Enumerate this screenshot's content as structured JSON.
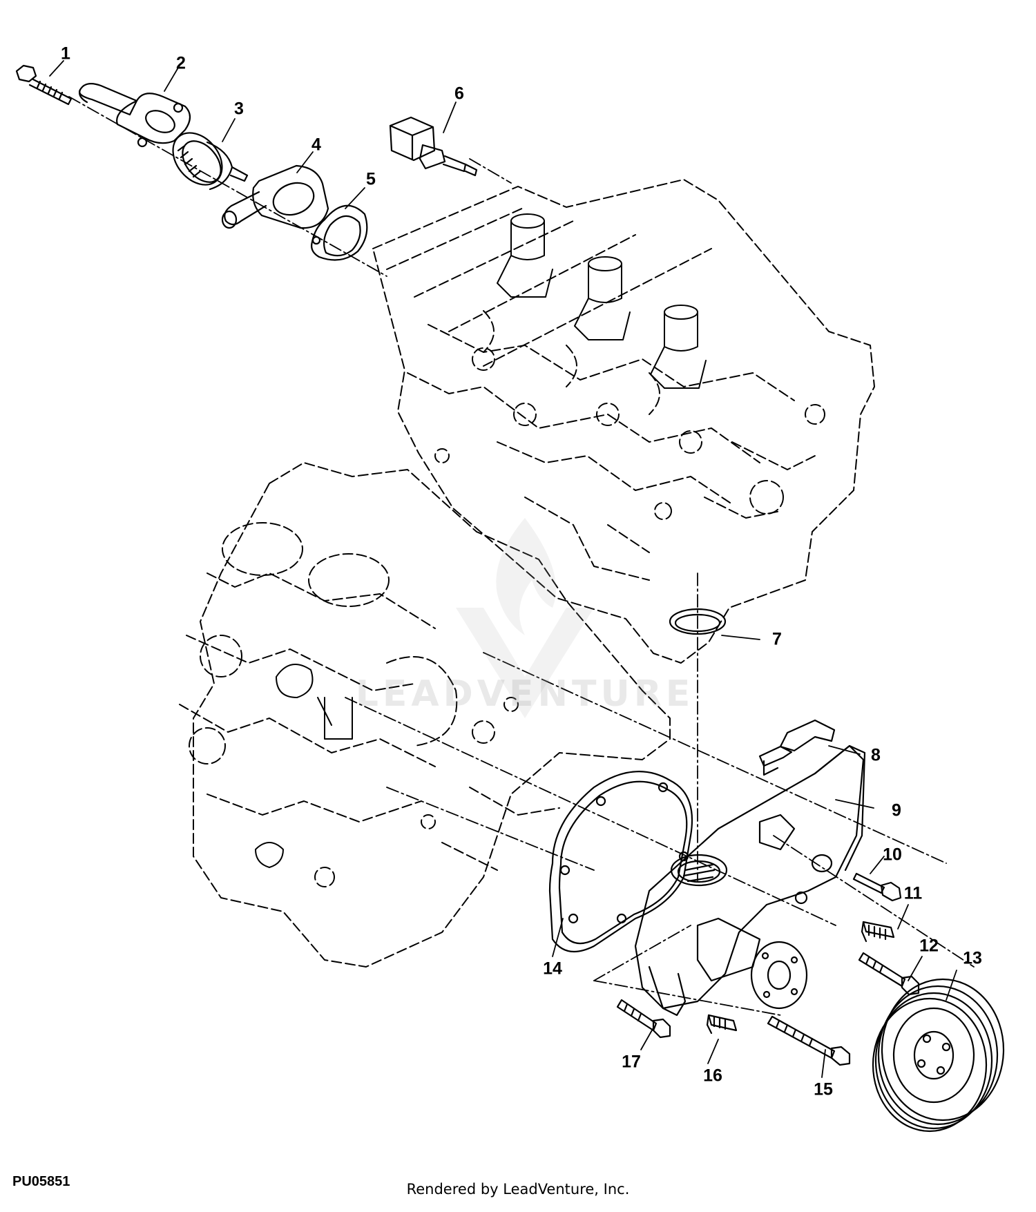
{
  "figure_id": "PU05851",
  "credit": "Rendered by LeadVenture, Inc.",
  "watermark": {
    "text": "LEADVENTURE",
    "color": "#b0b0b0"
  },
  "callouts": [
    "1",
    "2",
    "3",
    "4",
    "5",
    "6",
    "7",
    "8",
    "9",
    "10",
    "11",
    "12",
    "13",
    "14",
    "15",
    "16",
    "17"
  ]
}
